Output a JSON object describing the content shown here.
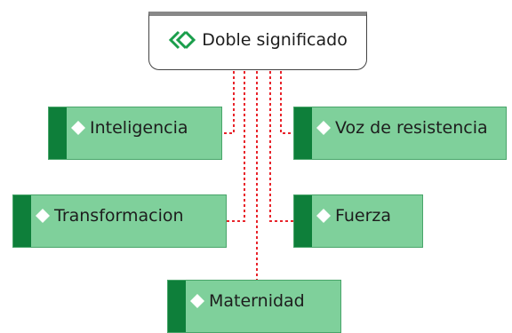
{
  "diagram": {
    "root": {
      "label": "Doble significado",
      "icon": "double-chevron-left-icon"
    },
    "children": [
      {
        "key": "inteligencia",
        "label": "Inteligencia",
        "icon": "diamond-icon"
      },
      {
        "key": "voz",
        "label": "Voz de resistencia",
        "icon": "diamond-icon"
      },
      {
        "key": "transformacion",
        "label": "Transformacion",
        "icon": "diamond-icon"
      },
      {
        "key": "fuerza",
        "label": "Fuerza",
        "icon": "diamond-icon"
      },
      {
        "key": "maternidad",
        "label": "Maternidad",
        "icon": "diamond-icon"
      }
    ],
    "colors": {
      "node_fill": "#7fd09b",
      "node_stripe": "#0e7f3a",
      "node_border": "#49a56a",
      "connector": "#e8242b",
      "root_border": "#444444"
    }
  }
}
